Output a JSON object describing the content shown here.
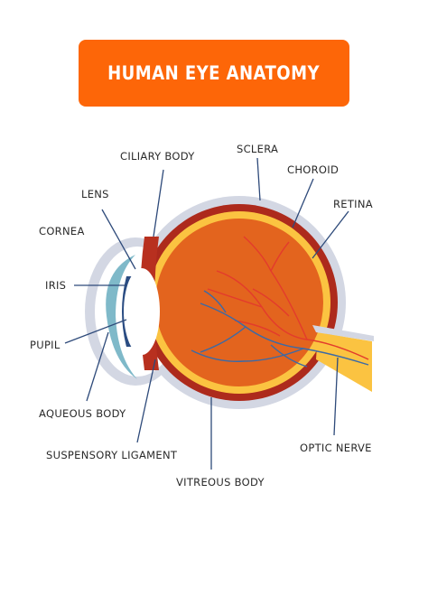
{
  "title": "HUMAN EYE ANATOMY",
  "labels": {
    "ciliary_body": "CILIARY BODY",
    "sclera": "SCLERA",
    "choroid": "CHOROID",
    "lens": "LENS",
    "retina": "RETINA",
    "cornea": "CORNEA",
    "iris": "IRIS",
    "pupil": "PUPIL",
    "aqueous_body": "AQUEOUS BODY",
    "suspensory_ligament": "SUSPENSORY LIGAMENT",
    "optic_nerve": "OPTIC NERVE",
    "vitreous_body": "VITREOUS BODY"
  },
  "colors": {
    "banner": "#fd6608",
    "sclera": "#d3d7e3",
    "choroid": "#ad2a1c",
    "retina": "#fbc341",
    "vitreous": "#e3641e",
    "lens": "#ffffff",
    "iris": "#2a4c82",
    "cornea": "#7fb9c9",
    "optic_nerve": "#fbc341",
    "vessel_red": "#e33b2c",
    "vessel_blue": "#3b6aa6",
    "leader_line": "#2e4a7a"
  }
}
